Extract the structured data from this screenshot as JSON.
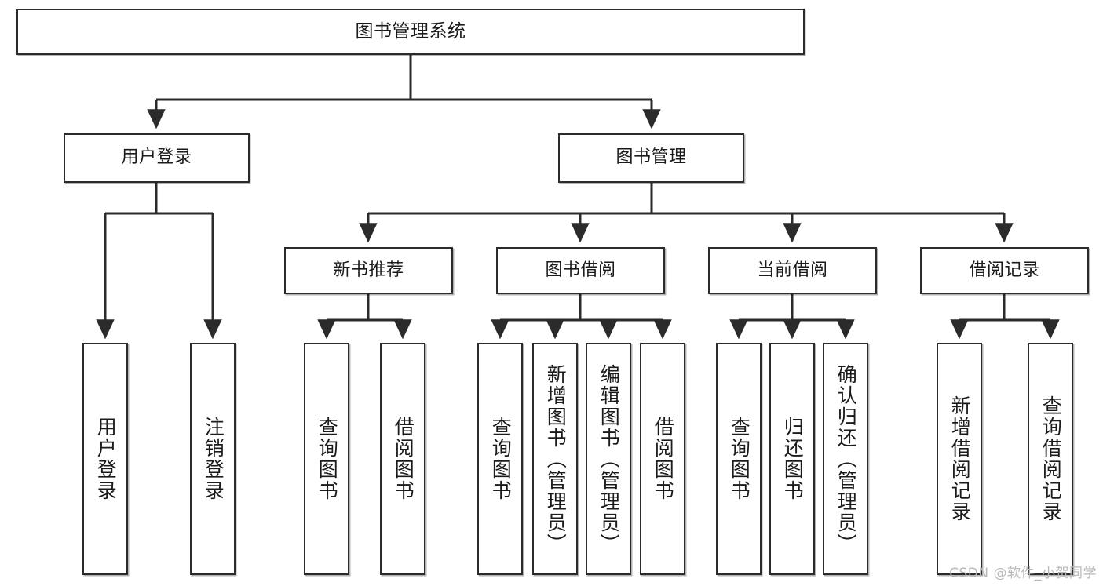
{
  "diagram": {
    "title_node": {
      "id": "root",
      "label": "图书管理系统"
    },
    "level2": [
      {
        "id": "n-user-login",
        "label": "用户登录"
      },
      {
        "id": "n-book-manage",
        "label": "图书管理"
      }
    ],
    "level3": [
      {
        "id": "n-new-book-rec",
        "label": "新书推荐"
      },
      {
        "id": "n-book-borrow",
        "label": "图书借阅"
      },
      {
        "id": "n-current-borrow",
        "label": "当前借阅"
      },
      {
        "id": "n-borrow-record",
        "label": "借阅记录"
      }
    ],
    "leaves": [
      {
        "id": "leaf-user-login",
        "label": "用户登录"
      },
      {
        "id": "leaf-logout",
        "label": "注销登录"
      },
      {
        "id": "leaf-query-book-1",
        "label": "查询图书"
      },
      {
        "id": "leaf-borrow-book-1",
        "label": "借阅图书"
      },
      {
        "id": "leaf-query-book-2",
        "label": "查询图书"
      },
      {
        "id": "leaf-add-book",
        "label": "新增图书（管理员）"
      },
      {
        "id": "leaf-edit-book",
        "label": "编辑图书（管理员）"
      },
      {
        "id": "leaf-borrow-book-2",
        "label": "借阅图书"
      },
      {
        "id": "leaf-query-book-3",
        "label": "查询图书"
      },
      {
        "id": "leaf-return-book",
        "label": "归还图书"
      },
      {
        "id": "leaf-confirm-return",
        "label": "确认归还（管理员）"
      },
      {
        "id": "leaf-add-record",
        "label": "新增借阅记录"
      },
      {
        "id": "leaf-query-record",
        "label": "查询借阅记录"
      }
    ],
    "colors": {
      "stroke": "#2b2b2b",
      "fill": "#ffffff",
      "text": "#1b1b1b",
      "watermark": "#b9b9b9"
    }
  },
  "watermark": {
    "text": "CSDN @软件_小贺同学"
  }
}
